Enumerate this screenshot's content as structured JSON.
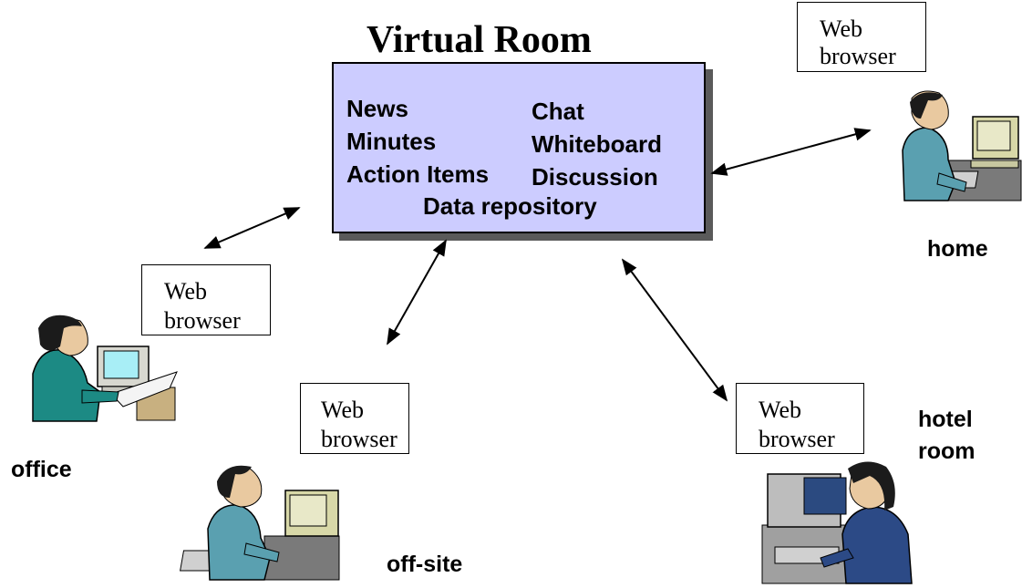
{
  "title": "Virtual Room",
  "room": {
    "left_features": [
      "News",
      "Minutes",
      "Action Items"
    ],
    "right_features": [
      "Chat",
      "Whiteboard",
      "Discussion"
    ],
    "bottom_feature": "Data repository"
  },
  "browser_box": {
    "line1": "Web",
    "line2": "browser"
  },
  "locations": {
    "home": "home",
    "office": "office",
    "offsite": "off-site",
    "hotel_line1": "hotel",
    "hotel_line2": "room"
  },
  "colors": {
    "room_fill": "#ccccff",
    "shadow": "#5a5a5a",
    "monitor_screen": "#a8eef6",
    "clothing_teal": "#1c8a84"
  }
}
